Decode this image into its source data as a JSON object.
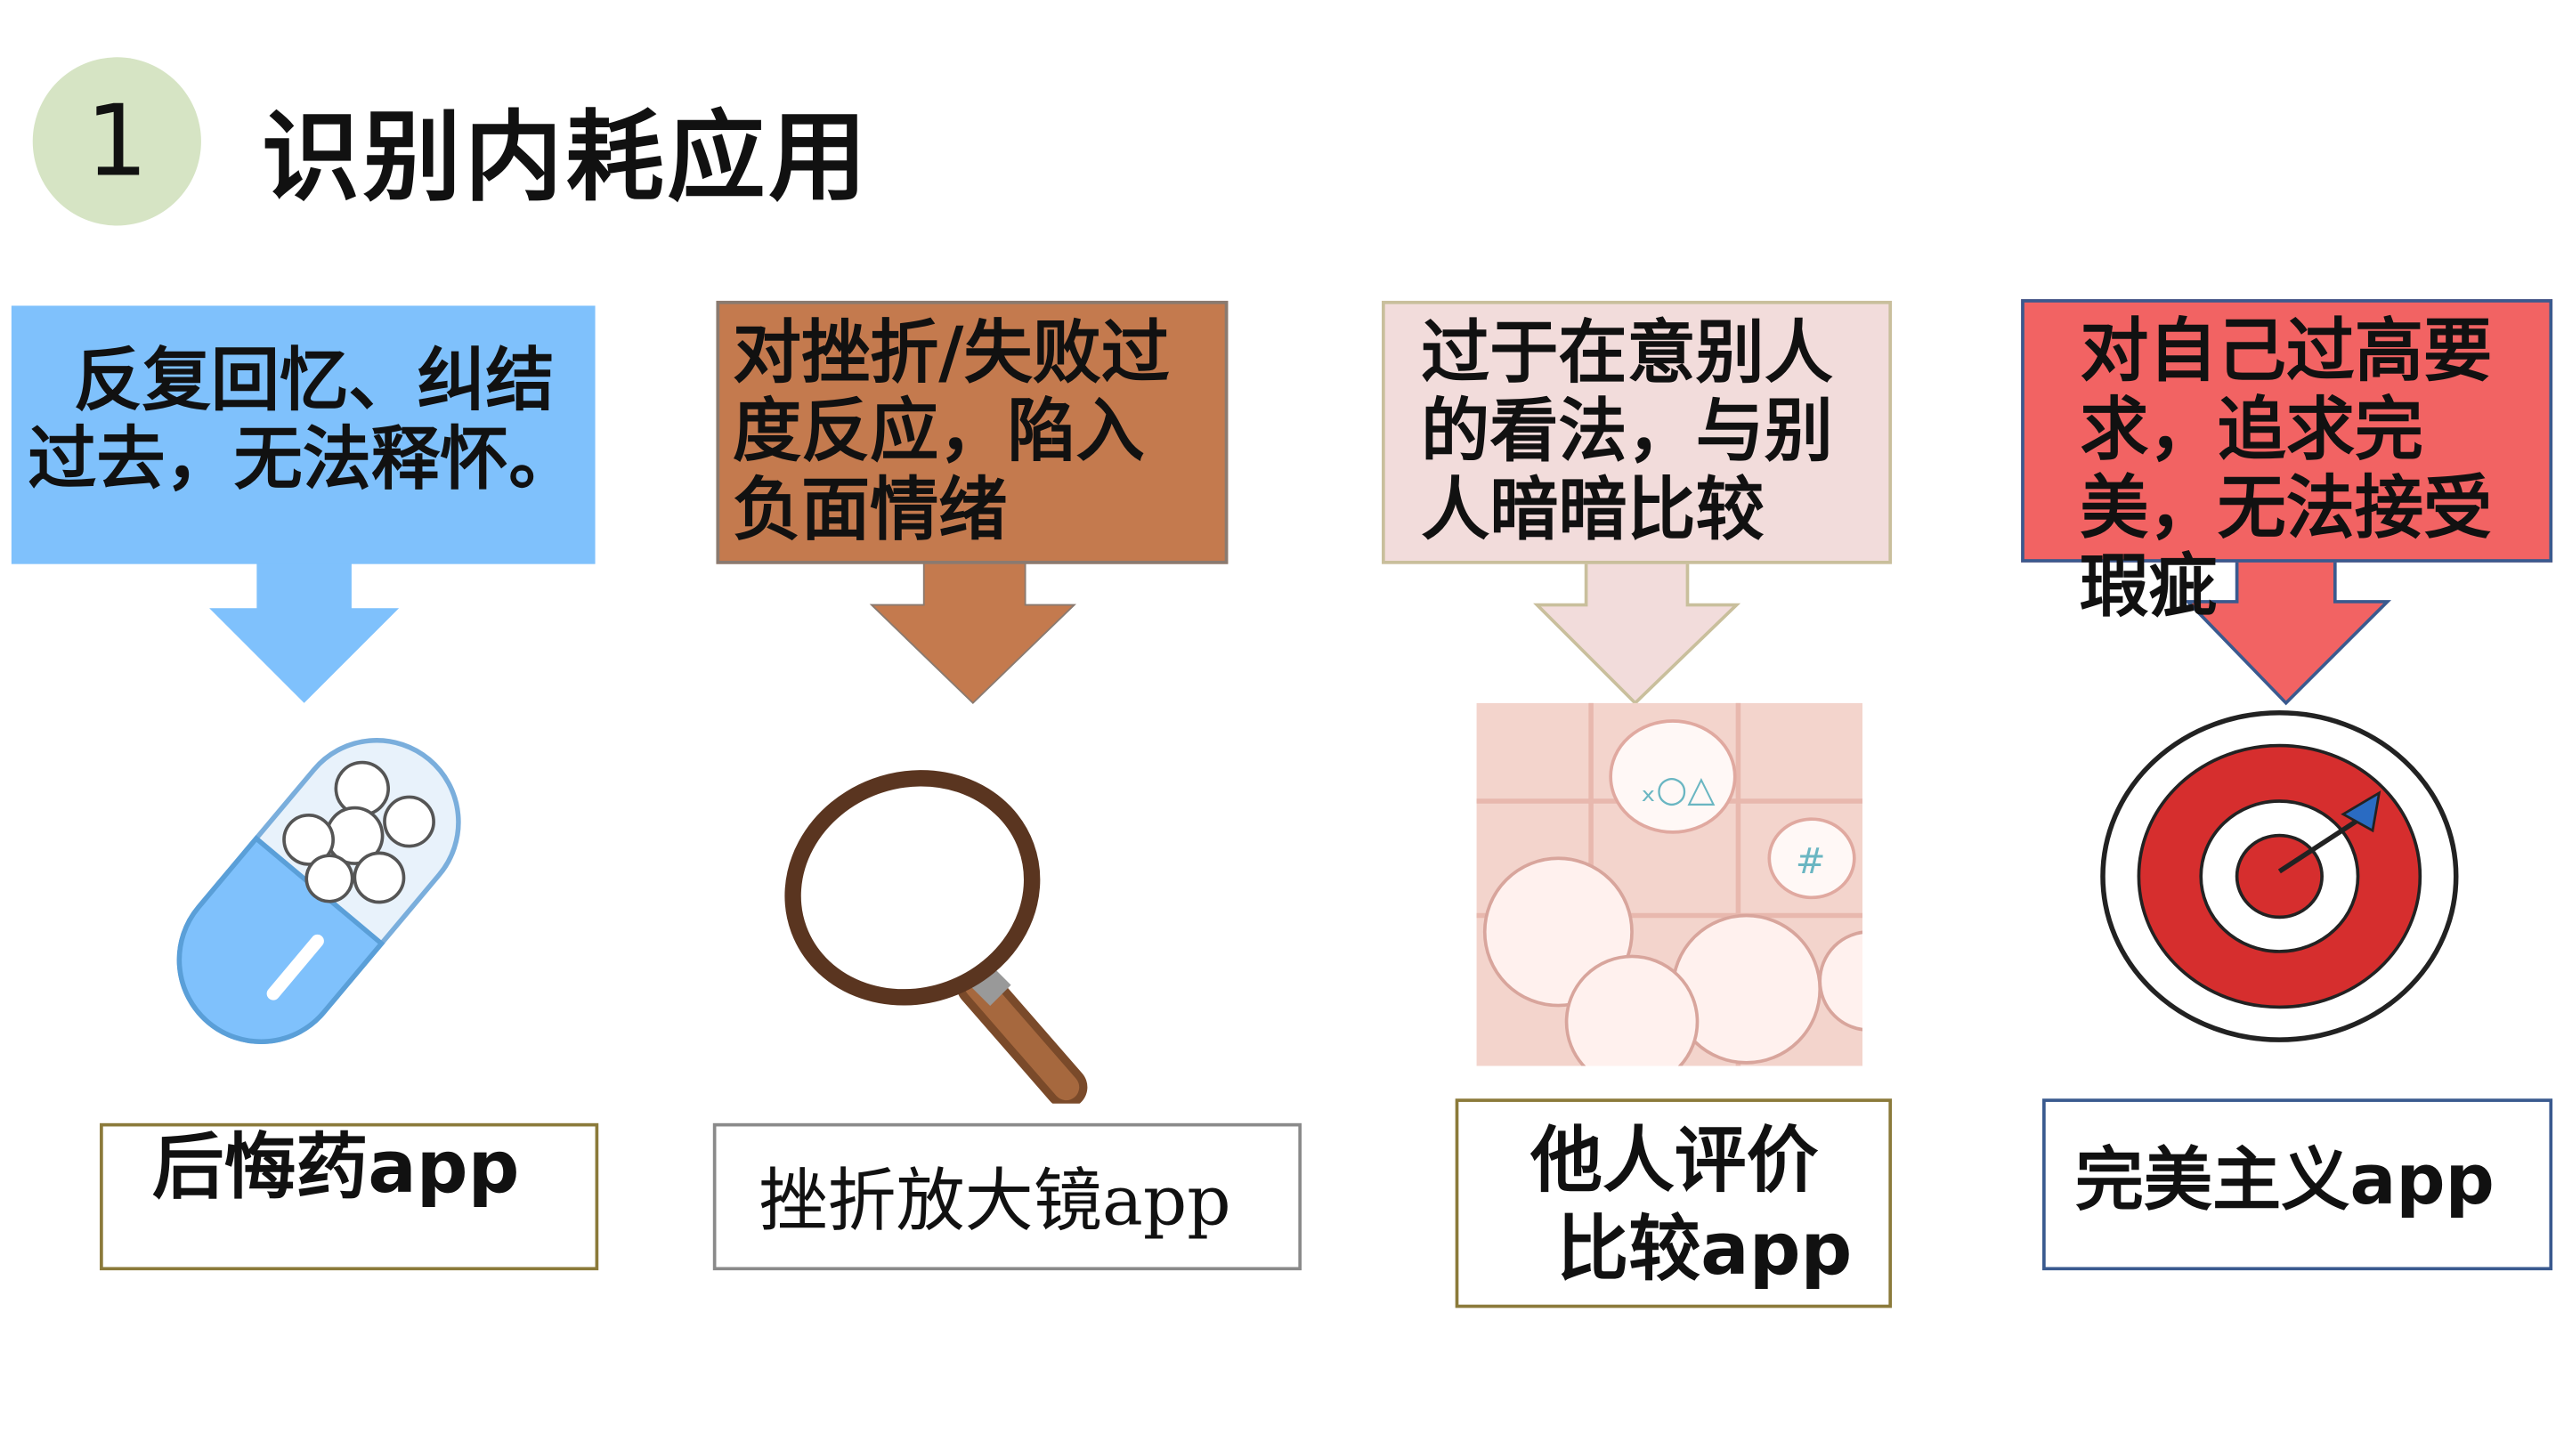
{
  "slide": {
    "number": "1",
    "title": "识别内耗应用"
  },
  "colors": {
    "blue": "#7fc1fc",
    "brown": "#c47a4e",
    "pink": "#f2dcdb",
    "red": "#f26363",
    "circle": "#d6e4c4"
  },
  "columns": [
    {
      "description": "反复回忆、纠结过去，无法释怀。",
      "icon": "pill-icon",
      "app_name": "后悔药app"
    },
    {
      "description": "对挫折/失败过度反应，陷入负面情绪",
      "icon": "magnifier-icon",
      "app_name": "挫折放大镜app"
    },
    {
      "description": "过于在意别人的看法，与别人暗暗比较",
      "icon": "people-comparing-icon",
      "app_name_line1": "他人评价",
      "app_name_line2": "比较app"
    },
    {
      "description": "对自己过高要求，追求完美，无法接受瑕疵",
      "icon": "target-icon",
      "app_name": "完美主义app"
    }
  ]
}
